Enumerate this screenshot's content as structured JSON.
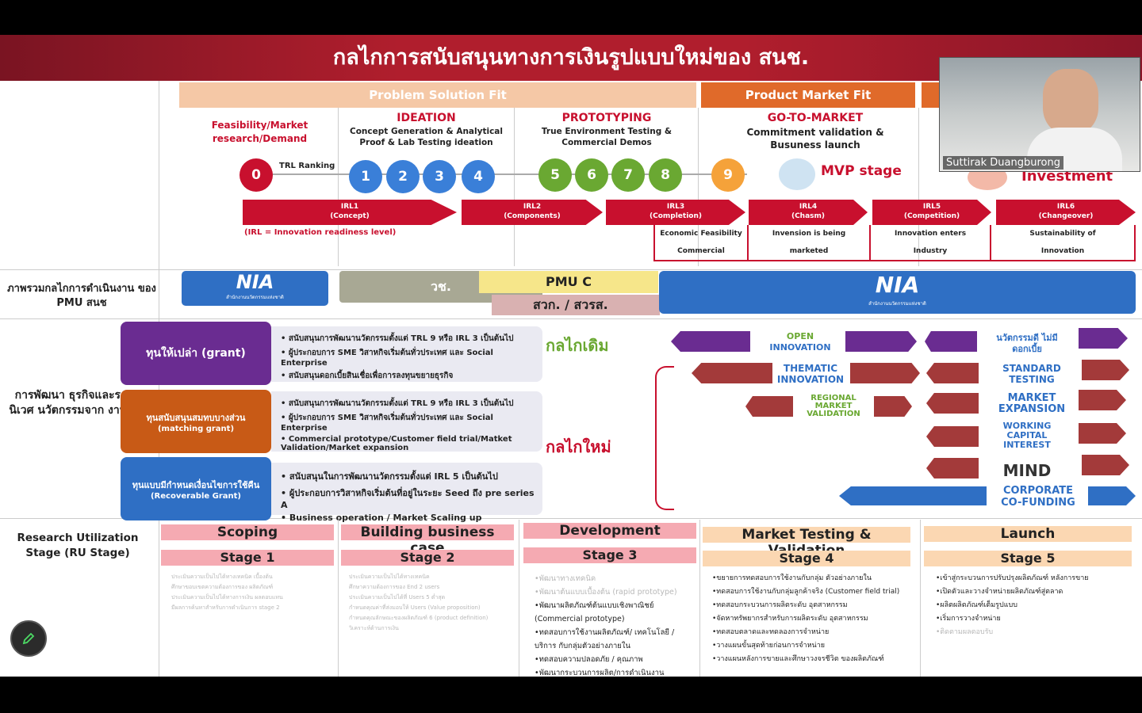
{
  "slide": {
    "title": "กลไกการสนับสนุนทางการเงินรูปแบบใหม่ของ สนช.",
    "phases": {
      "problem_solution": "Problem Solution Fit",
      "product_market": "Product Market Fit"
    },
    "feasibility": "Feasibility/Market research/Demand",
    "ideation": {
      "title": "IDEATION",
      "sub": "Concept Generation & Analytical Proof & Lab Testing ideation"
    },
    "prototyping": {
      "title": "PROTOTYPING",
      "sub": "True Environment Testing & Commercial Demos"
    },
    "go_to_market": {
      "title": "GO-TO-MARKET",
      "sub": "Commitment validation & Busuness launch"
    },
    "trl_label": "TRL Ranking",
    "trl": [
      "0",
      "1",
      "2",
      "3",
      "4",
      "5",
      "6",
      "7",
      "8",
      "9"
    ],
    "mvp": "MVP stage",
    "investment": "Investment",
    "irl": [
      {
        "l1": "IRL1",
        "l2": "(Concept)"
      },
      {
        "l1": "IRL2",
        "l2": "(Components)"
      },
      {
        "l1": "IRL3",
        "l2": "(Completion)"
      },
      {
        "l1": "IRL4",
        "l2": "(Chasm)"
      },
      {
        "l1": "IRL5",
        "l2": "(Competition)"
      },
      {
        "l1": "IRL6",
        "l2": "(Changeover)"
      }
    ],
    "irl_note": "(IRL = Innovation readiness level)",
    "irl_sub": [
      {
        "a": "Economic Feasibility",
        "b": "Commercial"
      },
      {
        "a": "Invension is being",
        "b": "marketed"
      },
      {
        "a": "Innovation enters",
        "b": "Industry"
      },
      {
        "a": "Sustainability of",
        "b": "Innovation"
      }
    ],
    "pmu": {
      "row_label": "ภาพรวมกลไกการดำเนินงาน ของ PMU สนช",
      "nia": "NIA",
      "nia_sub": "สำนักงานนวัตกรรมแห่งชาติ",
      "wch": "วช.",
      "pmuc": "PMU C",
      "sok": "สวก. / สวรส."
    },
    "dev_label": "การพัฒนา ธุรกิจและระบบนิเวศ นวัตกรรมจาก งานวิจัย",
    "funds": [
      {
        "title": "ทุนให้เปล่า (grant)",
        "sub": "",
        "items": [
          "สนับสนุนการพัฒนานวัตกรรมตั้งแต่ TRL 9 หรือ IRL 3 เป็นต้นไป",
          "ผู้ประกอบการ SME วิสาหกิจเริ่มต้นทั่วประเทศ และ Social Enterprise",
          "สนับสนุนดอกเบี้ยสินเชื่อเพื่อการลงทุนขยายธุรกิจ"
        ]
      },
      {
        "title": "ทุนสนับสนุนสมทบบางส่วน",
        "sub": "(matching grant)",
        "items": [
          "สนับสนุนการพัฒนานวัตกรรมตั้งแต่ TRL 9 หรือ IRL 3 เป็นต้นไป",
          "ผู้ประกอบการ SME วิสาหกิจเริ่มต้นทั่วประเทศ และ Social Enterprise",
          "Commercial prototype/Customer field trial/Matket Validation/Market expansion"
        ]
      },
      {
        "title": "ทุนแบบมีกำหนดเงื่อนไขการใช้คืน",
        "sub": "(Recoverable Grant)",
        "items": [
          "สนับสนุนในการพัฒนานวัตกรรมตั้งแต่ IRL 5 เป็นต้นไป",
          "ผู้ประกอบการวิสาหกิจเริ่มต้นที่อยู่ในระยะ Seed ถึง pre series A",
          "Business operation / Market Scaling up"
        ]
      }
    ],
    "old_mech": "กลไกเดิม",
    "new_mech": "กลไกใหม่",
    "programs": {
      "open_innovation": "INNOVATION",
      "open_word": "OPEN",
      "innovation_no_debt": "นวัตกรรมดี ไม่มีดอกเบี้ย",
      "thematic": "THEMATIC INNOVATION",
      "standard": "STANDARD TESTING",
      "regional": "REGIONAL MARKET VALIDATION",
      "market_expansion": "MARKET EXPANSION",
      "working_capital": "WORKING CAPITAL INTEREST",
      "mind": "MIND",
      "corporate": "CORPORATE CO-FUNDING"
    },
    "ru": {
      "label": "Research Utilization Stage (RU Stage)",
      "stages": [
        {
          "title": "Scoping",
          "num": "Stage 1",
          "items": [
            "ประเมินความเป็นไปได้ทางเทคนิค เบื้องต้น",
            "ศึกษาขอบเขตความต้องการของ ผลิตภัณฑ์",
            "ประเมินความเป็นไปได้ทางการเงิน ผลตอบแทน",
            "มีผลการค้นหาสำหรับการดำเนินการ stage 2"
          ],
          "faded": true
        },
        {
          "title": "Building business case",
          "num": "Stage 2",
          "items": [
            "ประเมินความเป็นไปได้ทางเทคนิค",
            "ศึกษาความต้องการของ End 2 users",
            "ประเมินความเป็นไปได้ที่ Users 5 ต่ำสุด",
            "กำหนดคุณค่าที่ส่งมอบให้ Users (Value proposition)",
            "กำหนดคุณลักษณะของผลิตภัณฑ์ 6 (product definition)",
            "วิเคราะห์ด้านการเงิน"
          ],
          "faded": true
        },
        {
          "title": "Development",
          "num": "Stage 3",
          "items": [
            "•พัฒนาทางเทคนิค",
            "•พัฒนาต้นแบบเบื้องต้น (rapid prototype)",
            "•พัฒนาผลิตภัณฑ์ต้นแบบเชิงพาณิชย์ (Commercial prototype)",
            "•ทดสอบการใช้งานผลิตภัณฑ์/ เทคโนโลยี / บริการ กับกลุ่มตัวอย่างภายใน",
            "•ทดสอบความปลอดภัย / คุณภาพ",
            "•พัฒนากระบวนการผลิต/การดำเนินงาน"
          ]
        },
        {
          "title": "Market Testing & Validation",
          "num": "Stage 4",
          "items": [
            "•ขยายการทดสอบการใช้งานกับกลุ่ม ตัวอย่างภายใน",
            "•ทดสอบการใช้งานกับกลุ่มลูกค้าจริง (Customer field trial)",
            "•ทดสอบกระบวนการผลิตระดับ อุตสาหกรรม",
            "•จัดหาทรัพยากรสำหรับการผลิตระดับ อุตสาหกรรม",
            "•ทดสอบตลาดและทดลองการจำหน่าย",
            "•วางแผนขั้นสุดท้ายก่อนการจำหน่าย",
            "•วางแผนหลังการขายและศึกษาวงจรชีวิต ของผลิตภัณฑ์"
          ]
        },
        {
          "title": "Launch",
          "num": "Stage 5",
          "items": [
            "•เข้าสู่กระบวนการปรับปรุงผลิตภัณฑ์ หลังการขาย",
            "•เปิดตัวและวางจำหน่ายผลิตภัณฑ์สู่ตลาด",
            "•ผลิตผลิตภัณฑ์เต็มรูปแบบ",
            "•เริ่มการวางจำหน่าย",
            "•ติดตามผลตอบรับ"
          ]
        }
      ]
    }
  },
  "video": {
    "name": "Suttirak Duangburong"
  },
  "colors": {
    "red": "#c8102e",
    "purple": "#6a2c91",
    "orange": "#c85a16",
    "blue": "#2f6fc4",
    "green": "#6aa832"
  }
}
